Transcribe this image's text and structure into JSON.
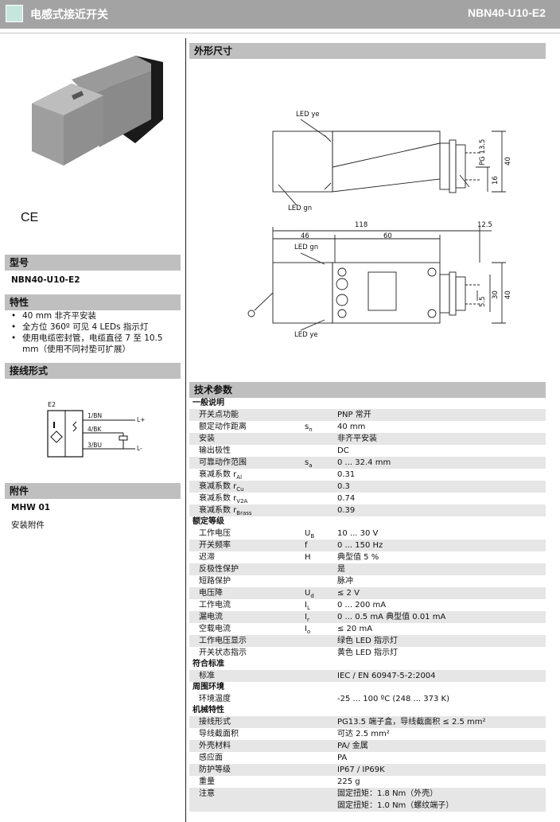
{
  "header": {
    "title": "电感式接近开关",
    "model": "NBN40-U10-E2"
  },
  "left": {
    "ce_mark": "CE",
    "type_heading": "型号",
    "type_value": "NBN40-U10-E2",
    "features_heading": "特性",
    "features": [
      "40 mm 非齐平安装",
      "全方位 360º 可见 4 LEDs 指示灯",
      "使用电缆密封管，电缆直径 7 至 10.5 mm（使用不同衬垫可扩展）"
    ],
    "wiring_heading": "接线形式",
    "wiring": {
      "label": "E2",
      "symbol_i": "I",
      "pin1": "1/BN",
      "pin4": "4/BK",
      "pin3": "3/BU",
      "lplus": "L+",
      "lminus": "L-"
    },
    "accessory_heading": "附件",
    "accessory_name": "MHW 01",
    "accessory_desc": "安装附件"
  },
  "dimensions": {
    "heading": "外形尺寸",
    "led_ye": "LED ye",
    "led_gn": "LED gn",
    "pg": "PG 13.5",
    "d40": "40",
    "d16": "16",
    "d118": "118",
    "d125": "12.5",
    "d46": "46",
    "d60": "60",
    "d55": "5.5",
    "d30": "30",
    "d40b": "40"
  },
  "tech": {
    "heading": "技术参数",
    "groups": [
      {
        "name": "一般说明",
        "rows": [
          {
            "label": "开关点功能",
            "sym": "",
            "sub": "",
            "value": "PNP            常开"
          },
          {
            "label": "额定动作距离",
            "sym": "s",
            "sub": "n",
            "value": "40 mm"
          },
          {
            "label": "安装",
            "sym": "",
            "sub": "",
            "value": "非齐平安装"
          },
          {
            "label": "输出极性",
            "sym": "",
            "sub": "",
            "value": "DC"
          },
          {
            "label": "可靠动作范围",
            "sym": "s",
            "sub": "a",
            "value": "0 ... 32.4 mm"
          },
          {
            "label": "衰减系数 r",
            "lsub": "Al",
            "sym": "",
            "sub": "",
            "value": "0.31"
          },
          {
            "label": "衰减系数 r",
            "lsub": "Cu",
            "sym": "",
            "sub": "",
            "value": "0.3"
          },
          {
            "label": "衰减系数 r",
            "lsub": "V2A",
            "sym": "",
            "sub": "",
            "value": "0.74"
          },
          {
            "label": "衰减系数 r",
            "lsub": "Brass",
            "sym": "",
            "sub": "",
            "value": "0.39"
          }
        ]
      },
      {
        "name": "额定等级",
        "rows": [
          {
            "label": "工作电压",
            "sym": "U",
            "sub": "B",
            "value": "10 ... 30 V"
          },
          {
            "label": "开关频率",
            "sym": "f",
            "sub": "",
            "value": "0 ... 150 Hz"
          },
          {
            "label": "迟滞",
            "sym": "H",
            "sub": "",
            "value": "典型值 5 %"
          },
          {
            "label": "反极性保护",
            "sym": "",
            "sub": "",
            "value": "是"
          },
          {
            "label": "短路保护",
            "sym": "",
            "sub": "",
            "value": "脉冲"
          },
          {
            "label": "电压降",
            "sym": "U",
            "sub": "d",
            "value": "≤ 2 V"
          },
          {
            "label": "工作电流",
            "sym": "I",
            "sub": "L",
            "value": "0 ... 200 mA"
          },
          {
            "label": "漏电流",
            "sym": "I",
            "sub": "r",
            "value": "0 ... 0.5 mA 典型值 0.01 mA"
          },
          {
            "label": "空载电流",
            "sym": "I",
            "sub": "o",
            "value": "≤ 20 mA"
          },
          {
            "label": "工作电压显示",
            "sym": "",
            "sub": "",
            "value": "绿色 LED 指示灯"
          },
          {
            "label": "开关状态指示",
            "sym": "",
            "sub": "",
            "value": "黄色 LED 指示灯"
          }
        ]
      },
      {
        "name": "符合标准",
        "rows": [
          {
            "label": "标准",
            "sym": "",
            "sub": "",
            "value": "IEC / EN 60947-5-2:2004"
          }
        ]
      },
      {
        "name": "周围环境",
        "rows": [
          {
            "label": "环境温度",
            "sym": "",
            "sub": "",
            "value": "-25 ... 100 ºC (248 ... 373 K)"
          }
        ]
      },
      {
        "name": "机械特性",
        "rows": [
          {
            "label": "接线形式",
            "sym": "",
            "sub": "",
            "value": "PG13.5 端子盒，导线截面积 ≤ 2.5 mm²"
          },
          {
            "label": "导线截面积",
            "sym": "",
            "sub": "",
            "value": "可达 2.5 mm²"
          },
          {
            "label": "外壳材料",
            "sym": "",
            "sub": "",
            "value": "PA/ 金属"
          },
          {
            "label": "感应面",
            "sym": "",
            "sub": "",
            "value": "PA"
          },
          {
            "label": "防护等级",
            "sym": "",
            "sub": "",
            "value": "IP67 / IP69K"
          },
          {
            "label": "重量",
            "sym": "",
            "sub": "",
            "value": "225 g"
          },
          {
            "label": "注意",
            "sym": "",
            "sub": "",
            "value": "固定扭矩：1.8 Nm（外壳）",
            "value2": "固定扭矩：1.0 Nm（螺纹端子）"
          }
        ]
      }
    ]
  }
}
